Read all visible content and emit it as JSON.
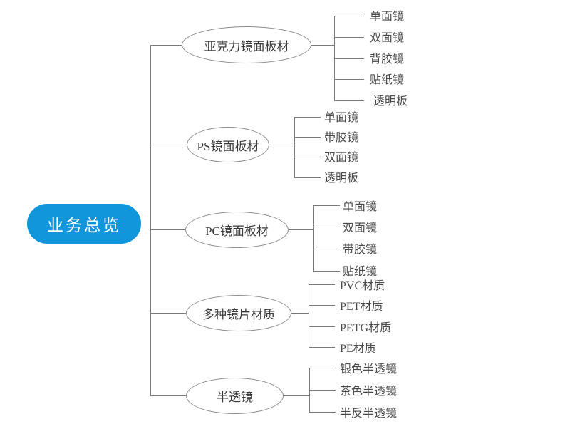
{
  "diagram": {
    "type": "mind-map",
    "background_color": "#ffffff",
    "root": {
      "label": "业务总览",
      "fill_color": "#1296db",
      "text_color": "#ffffff"
    },
    "node_border_color": "#8c8c8c",
    "connector_color": "#7a7a7a",
    "branches": [
      {
        "label": "亚克力镜面板材",
        "leaves": [
          {
            "label": "单面镜"
          },
          {
            "label": "双面镜"
          },
          {
            "label": "背胶镜"
          },
          {
            "label": "贴纸镜"
          },
          {
            "label": "透明板"
          }
        ]
      },
      {
        "label": "PS镜面板材",
        "leaves": [
          {
            "label": "单面镜"
          },
          {
            "label": "带胶镜"
          },
          {
            "label": "双面镜"
          },
          {
            "label": "透明板"
          }
        ]
      },
      {
        "label": "PC镜面板材",
        "leaves": [
          {
            "label": "单面镜"
          },
          {
            "label": "双面镜"
          },
          {
            "label": "带胶镜"
          },
          {
            "label": "贴纸镜"
          }
        ]
      },
      {
        "label": "多种镜片材质",
        "leaves": [
          {
            "label": "PVC材质"
          },
          {
            "label": "PET材质"
          },
          {
            "label": "PETG材质"
          },
          {
            "label": "PE材质"
          }
        ]
      },
      {
        "label": "半透镜",
        "leaves": [
          {
            "label": "银色半透镜"
          },
          {
            "label": "茶色半透镜"
          },
          {
            "label": "半反半透镜"
          }
        ]
      }
    ]
  }
}
